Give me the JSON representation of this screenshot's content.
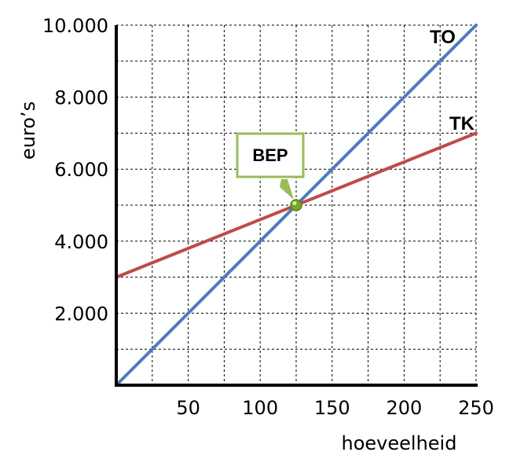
{
  "chart_data": {
    "type": "line",
    "xlabel": "hoeveelheid",
    "ylabel": "euro’s",
    "xlim": [
      0,
      250
    ],
    "ylim": [
      0,
      10000
    ],
    "x_ticks": [
      50,
      100,
      150,
      200,
      250
    ],
    "x_tick_labels": [
      "50",
      "100",
      "150",
      "200",
      "250"
    ],
    "y_ticks": [
      2000,
      4000,
      6000,
      8000,
      10000
    ],
    "y_tick_labels": [
      "2.000",
      "4.000",
      "6.000",
      "8.000",
      "10.000"
    ],
    "grid": true,
    "series": [
      {
        "name": "TO",
        "color": "#4a7ebb",
        "x": [
          0,
          250
        ],
        "values": [
          0,
          10000
        ]
      },
      {
        "name": "TK",
        "color": "#be4b48",
        "x": [
          0,
          250
        ],
        "values": [
          3000,
          7000
        ]
      }
    ],
    "annotations": [
      {
        "text": "BEP",
        "x": 125,
        "y": 5000,
        "border_color": "#9bbb59",
        "point_color": "#7aa32a"
      }
    ]
  }
}
